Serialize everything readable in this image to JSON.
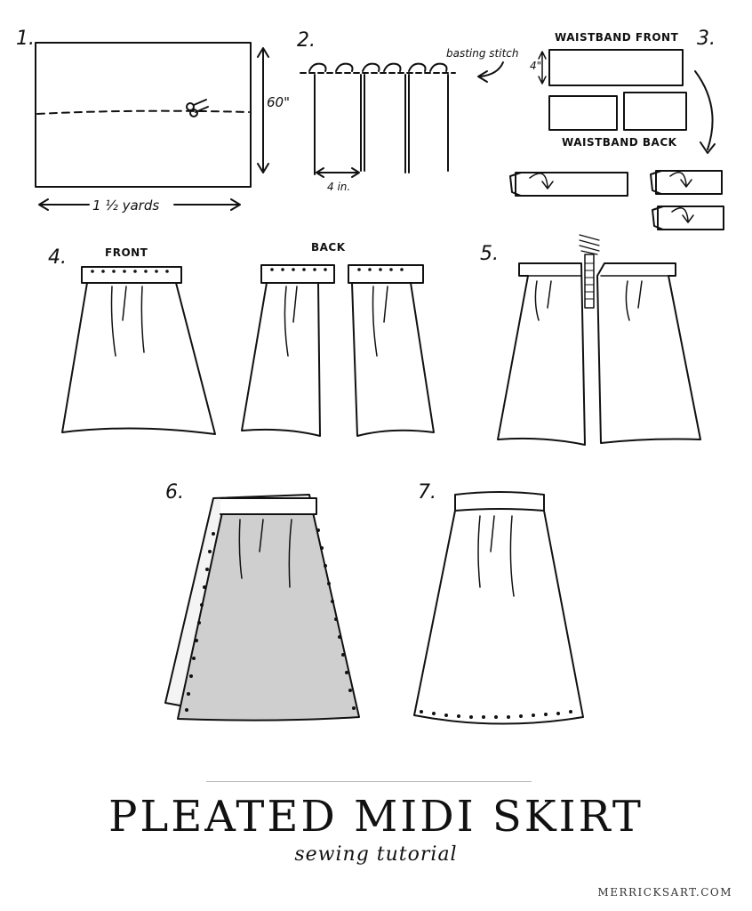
{
  "steps": {
    "s1": {
      "number": "1.",
      "height_label": "60\"",
      "width_label": "1 ½ yards"
    },
    "s2": {
      "number": "2.",
      "stitch_label": "basting stitch",
      "pleat_label": "4 in."
    },
    "s3": {
      "number": "3.",
      "waistband_front": "WAISTBAND FRONT",
      "waistband_back": "WAISTBAND BACK",
      "height_label": "4\""
    },
    "s4": {
      "number": "4.",
      "front_label": "FRONT",
      "back_label": "BACK"
    },
    "s5": {
      "number": "5."
    },
    "s6": {
      "number": "6."
    },
    "s7": {
      "number": "7."
    }
  },
  "title": "PLEATED MIDI SKIRT",
  "subtitle": "sewing tutorial",
  "website": "MERRICKSART.COM",
  "colors": {
    "ink": "#111111",
    "shade": "#cfcfcf",
    "background": "#ffffff"
  }
}
